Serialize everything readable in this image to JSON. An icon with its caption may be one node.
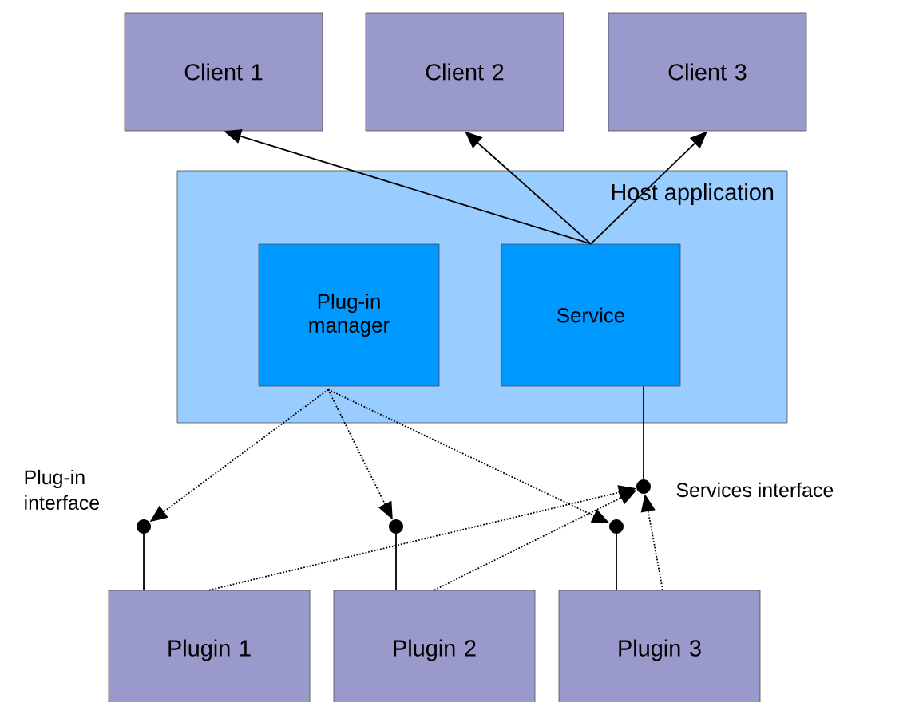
{
  "diagram": {
    "nodes": [
      {
        "text": [
          "Client 1"
        ]
      },
      {
        "text": [
          "Client 2"
        ]
      },
      {
        "text": [
          "Client 3"
        ]
      },
      {
        "text": [
          "Host application"
        ]
      },
      {
        "text": [
          "Plug-in manager"
        ],
        "in": 3
      },
      {
        "text": [
          "Service"
        ],
        "in": 3
      },
      {
        "text": [
          "Plugin 1"
        ]
      },
      {
        "text": [
          "Plugin 2"
        ]
      },
      {
        "text": [
          "Plugin 3"
        ]
      },
      {
        "text": [],
        "shape": "circle",
        "beside": [
          "Plug-in interface"
        ]
      },
      {
        "text": [],
        "shape": "circle"
      },
      {
        "text": [],
        "shape": "circle"
      },
      {
        "text": [],
        "shape": "circle",
        "beside": [
          "Services interface"
        ]
      }
    ],
    "edges": [
      {
        "from": 5,
        "to": 0,
        "arrow": "to"
      },
      {
        "from": 5,
        "to": 1,
        "arrow": "to"
      },
      {
        "from": 5,
        "to": 2,
        "arrow": "to"
      },
      {
        "from": 4,
        "to": 9,
        "arrow": "to",
        "style": "dashed"
      },
      {
        "from": 4,
        "to": 10,
        "arrow": "to",
        "style": "dashed"
      },
      {
        "from": 4,
        "to": 11,
        "arrow": "to",
        "style": "dashed"
      },
      {
        "from": 9,
        "to": 6,
        "arrow": "none"
      },
      {
        "from": 10,
        "to": 7,
        "arrow": "none"
      },
      {
        "from": 11,
        "to": 8,
        "arrow": "none"
      },
      {
        "from": 5,
        "to": 12,
        "arrow": "none"
      },
      {
        "from": 6,
        "to": 12,
        "arrow": "to",
        "style": "dashed"
      },
      {
        "from": 7,
        "to": 12,
        "arrow": "to",
        "style": "dashed"
      },
      {
        "from": 8,
        "to": 12,
        "arrow": "to",
        "style": "dashed"
      }
    ]
  }
}
